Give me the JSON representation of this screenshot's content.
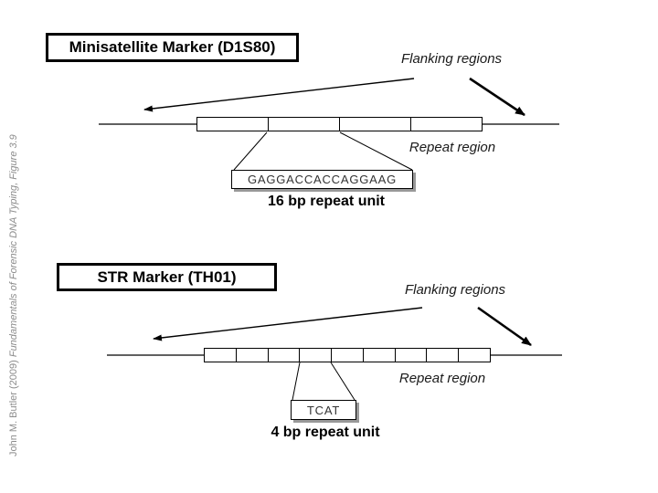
{
  "credit": {
    "author_part": "John M. Butler (2009) ",
    "title_part": "Fundamentals of Forensic DNA Typing, Figure 3.9"
  },
  "colors": {
    "line": "#000000",
    "box_border": "#000000",
    "shadow_gray": "#999999",
    "credit_gray": "#8C8C8C",
    "background": "#FFFFFF"
  },
  "minisatellite": {
    "header": "Minisatellite Marker (D1S80)",
    "flanking_label": "Flanking regions",
    "repeat_label": "Repeat region",
    "repeat_cell_count": 4,
    "repeat_sequence": "GAGGACCACCAGGAAG",
    "unit_label": "16 bp repeat unit"
  },
  "str": {
    "header": "STR Marker (TH01)",
    "flanking_label": "Flanking regions",
    "repeat_label": "Repeat region",
    "repeat_cell_count": 9,
    "repeat_sequence": "TCAT",
    "unit_label": "4 bp repeat unit"
  }
}
